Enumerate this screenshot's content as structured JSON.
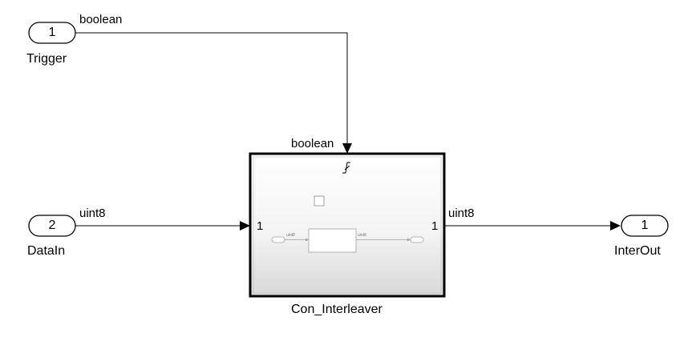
{
  "inports": [
    {
      "number": "1",
      "name": "Trigger",
      "signal_type": "boolean"
    },
    {
      "number": "2",
      "name": "DataIn",
      "signal_type": "uint8"
    }
  ],
  "outports": [
    {
      "number": "1",
      "name": "InterOut",
      "signal_type": "uint8"
    }
  ],
  "subsystem": {
    "name": "Con_Interleaver",
    "trigger_signal_type": "boolean",
    "input_port_label": "1",
    "output_port_label": "1",
    "inner_in_signal": "uint8",
    "inner_out_signal": "uint8"
  },
  "colors": {
    "line": "#000000",
    "block_border": "#000000",
    "subsystem_gradient_top": "#ffffff",
    "subsystem_gradient_bottom": "#dcdcdc",
    "inner_detail": "#a0a0a0"
  }
}
